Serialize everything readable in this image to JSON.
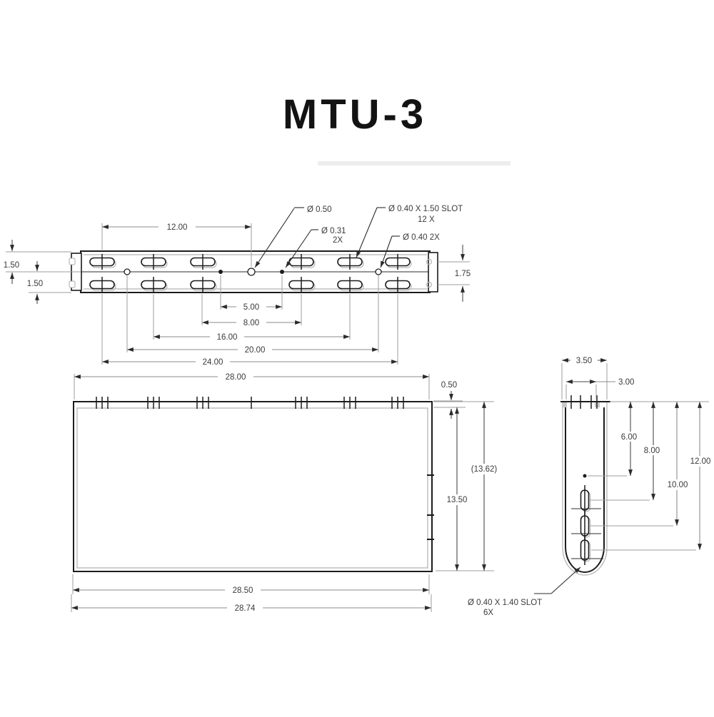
{
  "title": "MTU-3",
  "colors": {
    "line": "#1c1c1c",
    "background": "#ffffff"
  },
  "top_view": {
    "callouts": {
      "c050": "Ø 0.50",
      "c031": "Ø 0.31",
      "c031_qty": "2X",
      "cslot": "Ø 0.40 X 1.50 SLOT",
      "cslot_qty": "12 X",
      "c040": "Ø 0.40 2X"
    },
    "dims": {
      "d12": "12.00",
      "d5": "5.00",
      "d8": "8.00",
      "d16": "16.00",
      "d20": "20.00",
      "d24": "24.00",
      "left_upper": "1.50",
      "left_lower": "1.50",
      "right_end": "1.75"
    }
  },
  "front_view": {
    "dims": {
      "top_width": "28.00",
      "flange": "0.50",
      "overall_height": "(13.62)",
      "inner_height": "13.50",
      "inner_width": "28.50",
      "overall_width": "28.74"
    }
  },
  "side_view": {
    "dims": {
      "outer_depth": "3.50",
      "inner_depth": "3.00",
      "d6": "6.00",
      "d8": "8.00",
      "d10": "10.00",
      "d12": "12.00"
    },
    "slot_note": "Ø 0.40 X 1.40 SLOT",
    "slot_note_qty": "6X"
  }
}
